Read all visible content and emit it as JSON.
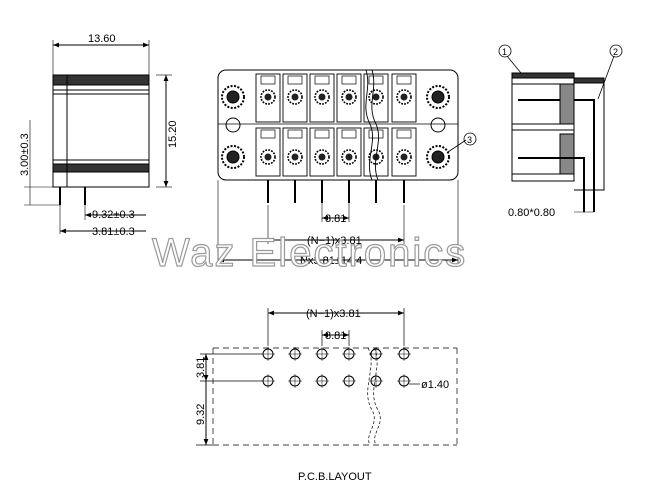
{
  "side_view": {
    "width_dim": "13.60",
    "height_dim": "15.20",
    "pin_height_dim": "3.00±0.3",
    "row_offset_dim": "9.32±0.3",
    "pin_offset_dim": "3.81±0.3"
  },
  "front_view": {
    "pitch_dim": "3.81",
    "span_dim": "(N−1)x3.81",
    "total_dim": "Nx3.81±14.4",
    "callout_3": "3"
  },
  "right_view": {
    "callout_1": "1",
    "callout_2": "2",
    "pin_section_dim": "0.80*0.80"
  },
  "pcb_layout": {
    "span_dim": "(N−1)x3.81",
    "pitch_dim": "3.81",
    "row_pitch_dim": "3.81",
    "edge_dim": "9.32",
    "hole_dim": "ø1.40",
    "caption": "P.C.B.LAYOUT"
  },
  "watermark": "Waz Electronics",
  "colors": {
    "line": "#000000",
    "fill_dark": "#555555",
    "watermark_stroke": "#9a9a9a"
  }
}
